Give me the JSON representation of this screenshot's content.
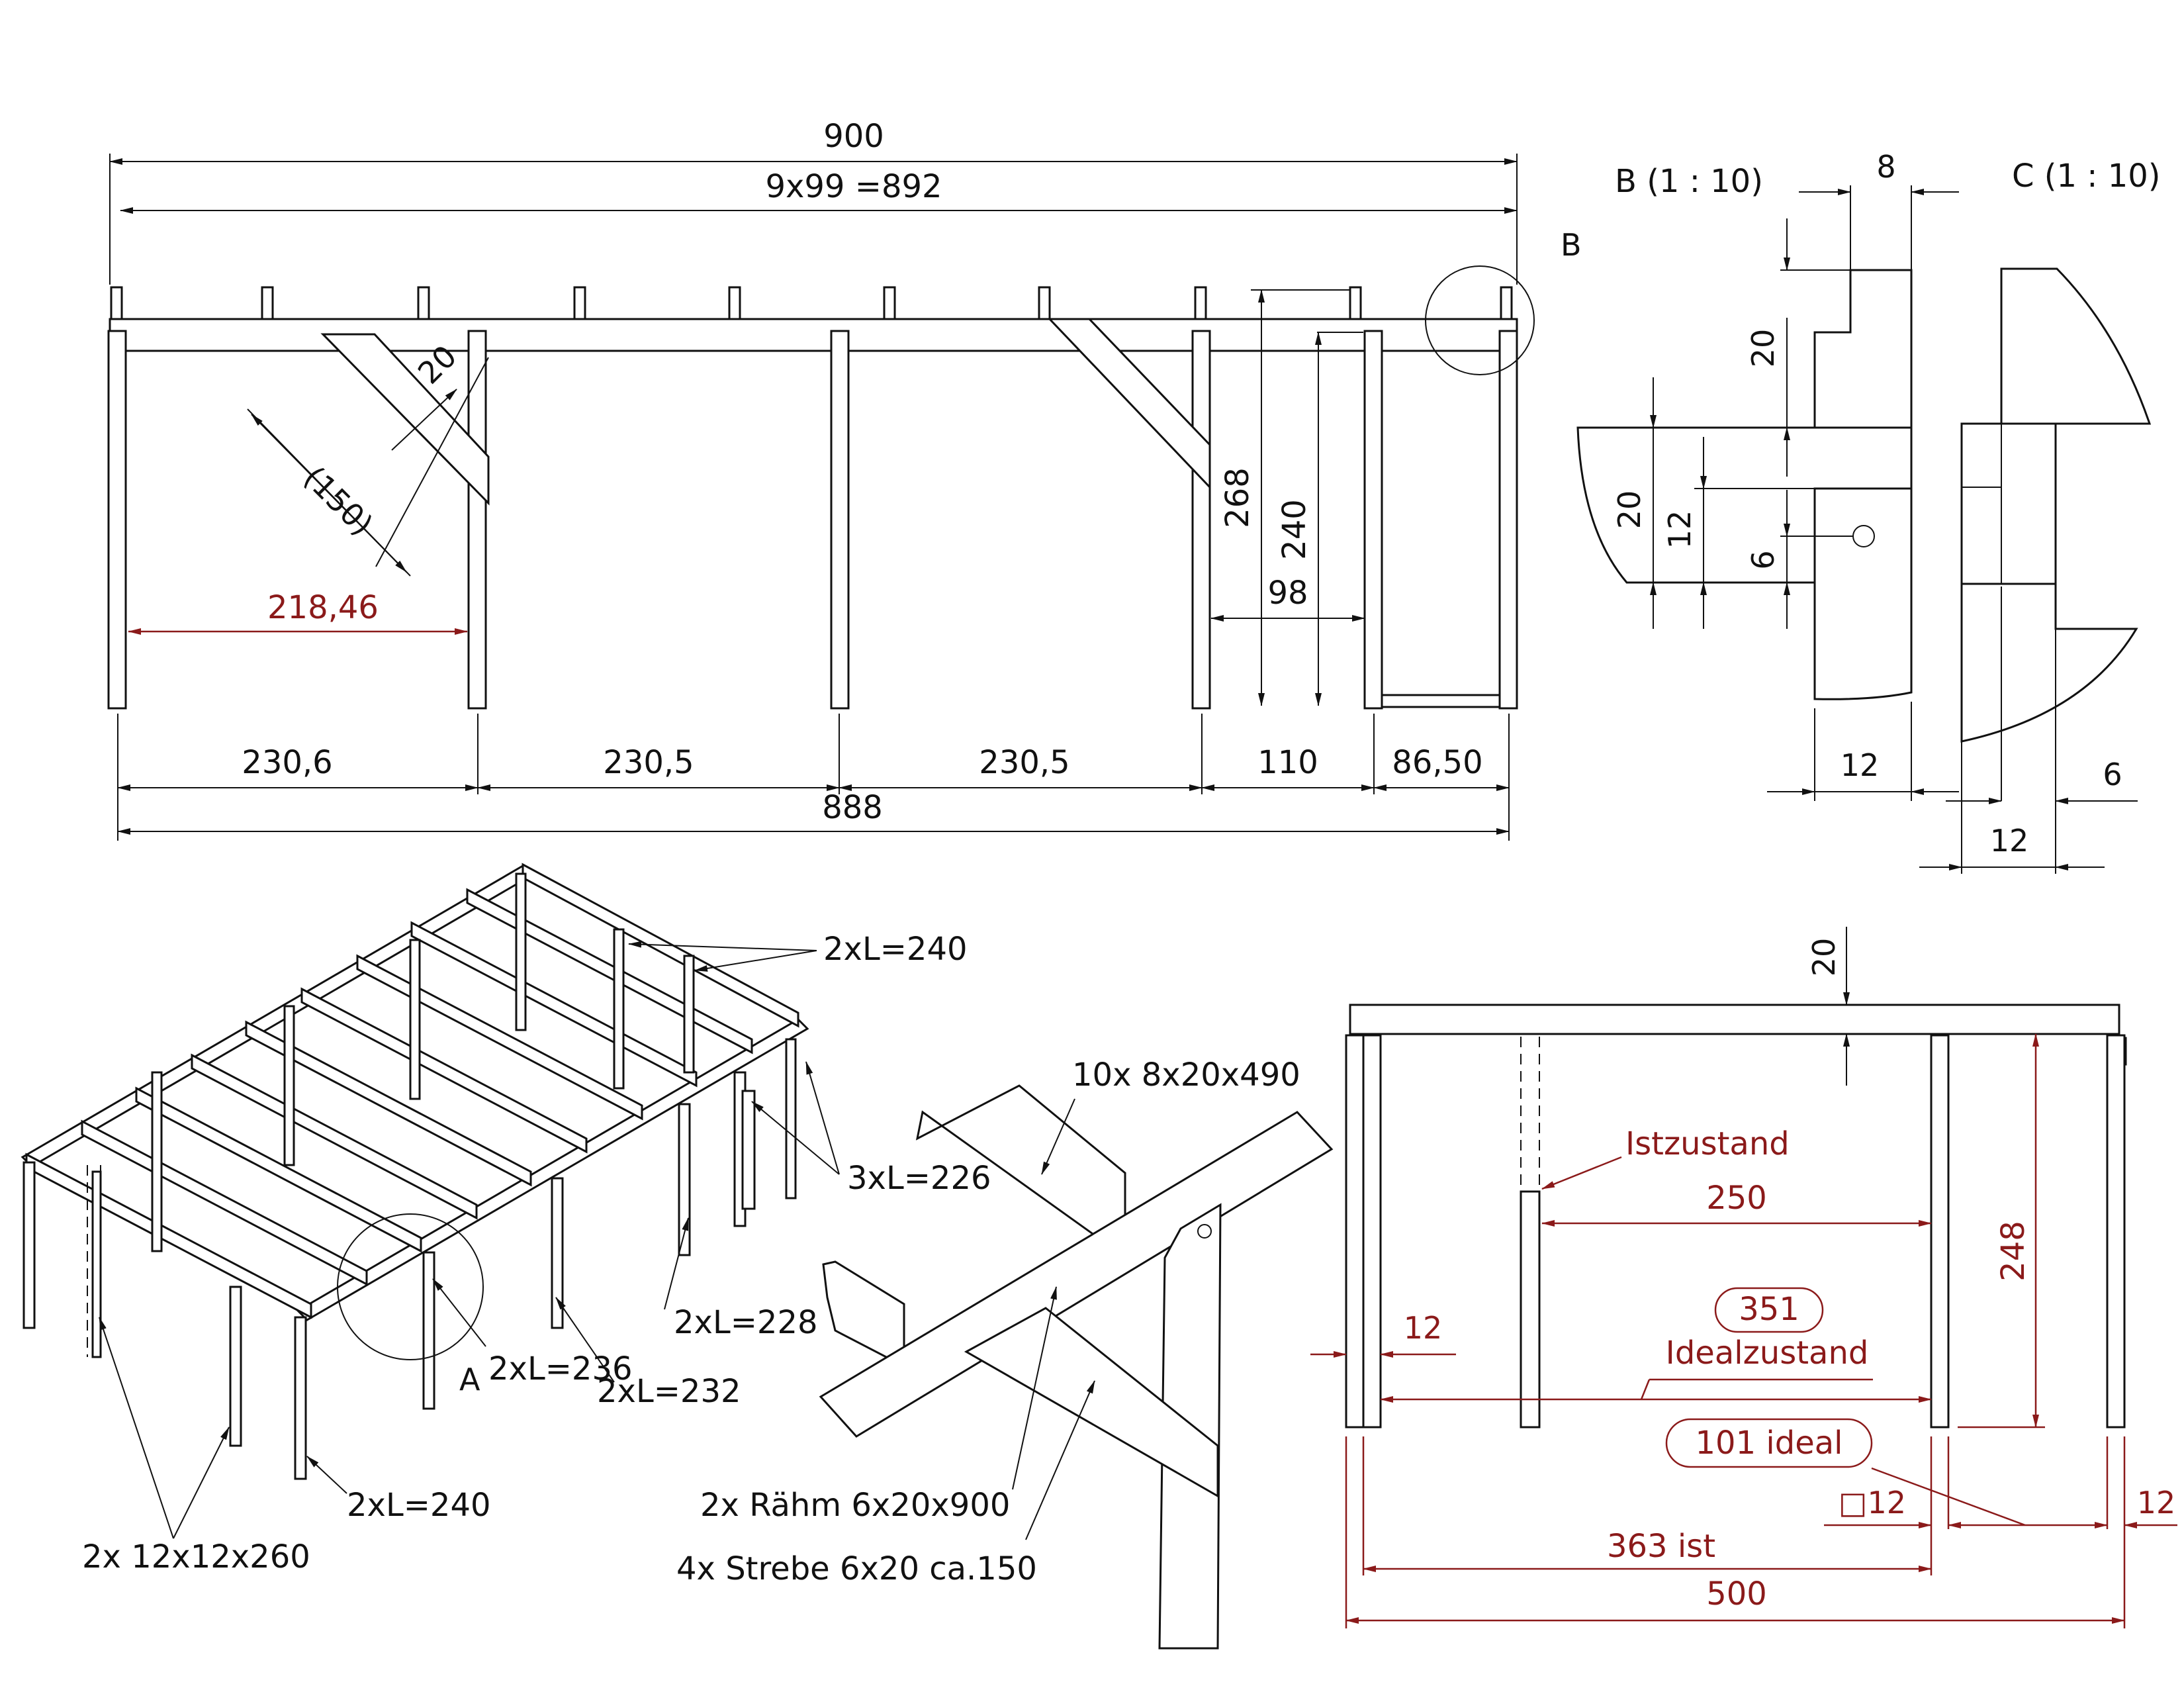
{
  "front_view": {
    "overall_length": "900",
    "spacing_note": "9x99 =892",
    "detail_marker": "B",
    "brace_gap": "20",
    "brace_length": "(150)",
    "clear_span": "218,46",
    "height_total": "268",
    "height_post": "240",
    "end_frame_width": "98",
    "bay_1": "230,6",
    "bay_2": "230,5",
    "bay_3": "230,5",
    "bay_4": "110",
    "bay_5": "86,50",
    "overall_span": "888"
  },
  "detail_b": {
    "title": "B (1 : 10)",
    "dim_8": "8",
    "dim_20_upper": "20",
    "dim_20_lower": "20",
    "dim_12_vert": "12",
    "dim_6": "6",
    "dim_12_bottom": "12"
  },
  "detail_c": {
    "title": "C (1 : 10)",
    "dim_6": "6",
    "dim_12": "12"
  },
  "iso_view": {
    "label_posts_240_top": "2xL=240",
    "label_posts_226": "3xL=226",
    "label_posts_228": "2xL=228",
    "label_posts_236": "2xL=236",
    "label_posts_232": "2xL=232",
    "label_posts_240_front": "2xL=240",
    "label_legs": "2x 12x12x260",
    "detail_marker": "A"
  },
  "detail_a": {
    "rafters": "10x 8x20x490",
    "beams": "2x Rähm  6x20x900",
    "braces": "4x Strebe 6x20 ca.150"
  },
  "side_view": {
    "top_offset": "20",
    "actual_label": "Istzustand",
    "actual_width": "250",
    "height": "248",
    "post_size": "12",
    "ideal_value": "351",
    "ideal_label": "Idealzustand",
    "ideal_overhang": "101 ideal",
    "square_post": "□12",
    "post_size_right": "12",
    "actual_span": "363 ist",
    "overall_width": "500"
  }
}
